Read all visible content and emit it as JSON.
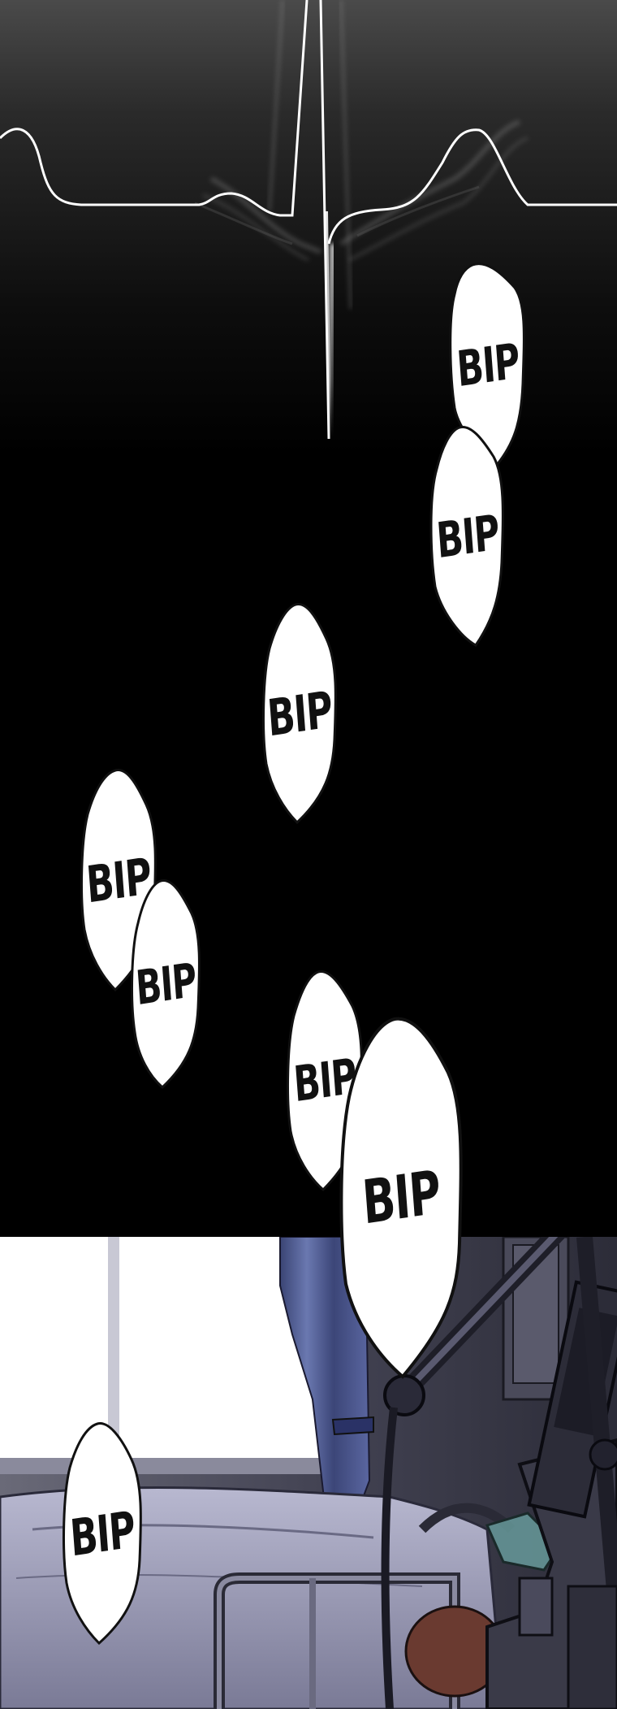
{
  "bubbles": [
    {
      "text": "BIP"
    },
    {
      "text": "BIP"
    },
    {
      "text": "BIP"
    },
    {
      "text": "BIP"
    },
    {
      "text": "BIP"
    },
    {
      "text": "BIP"
    },
    {
      "text": "BIP"
    },
    {
      "text": "BIP"
    }
  ],
  "colors": {
    "background": "#000000",
    "ecg_line": "#ffffff",
    "bubble_fill": "#ffffff",
    "bubble_outline": "#111111",
    "room_wall": "#3a3a4a",
    "curtain": "#4a5688",
    "window_light": "#ffffff"
  }
}
